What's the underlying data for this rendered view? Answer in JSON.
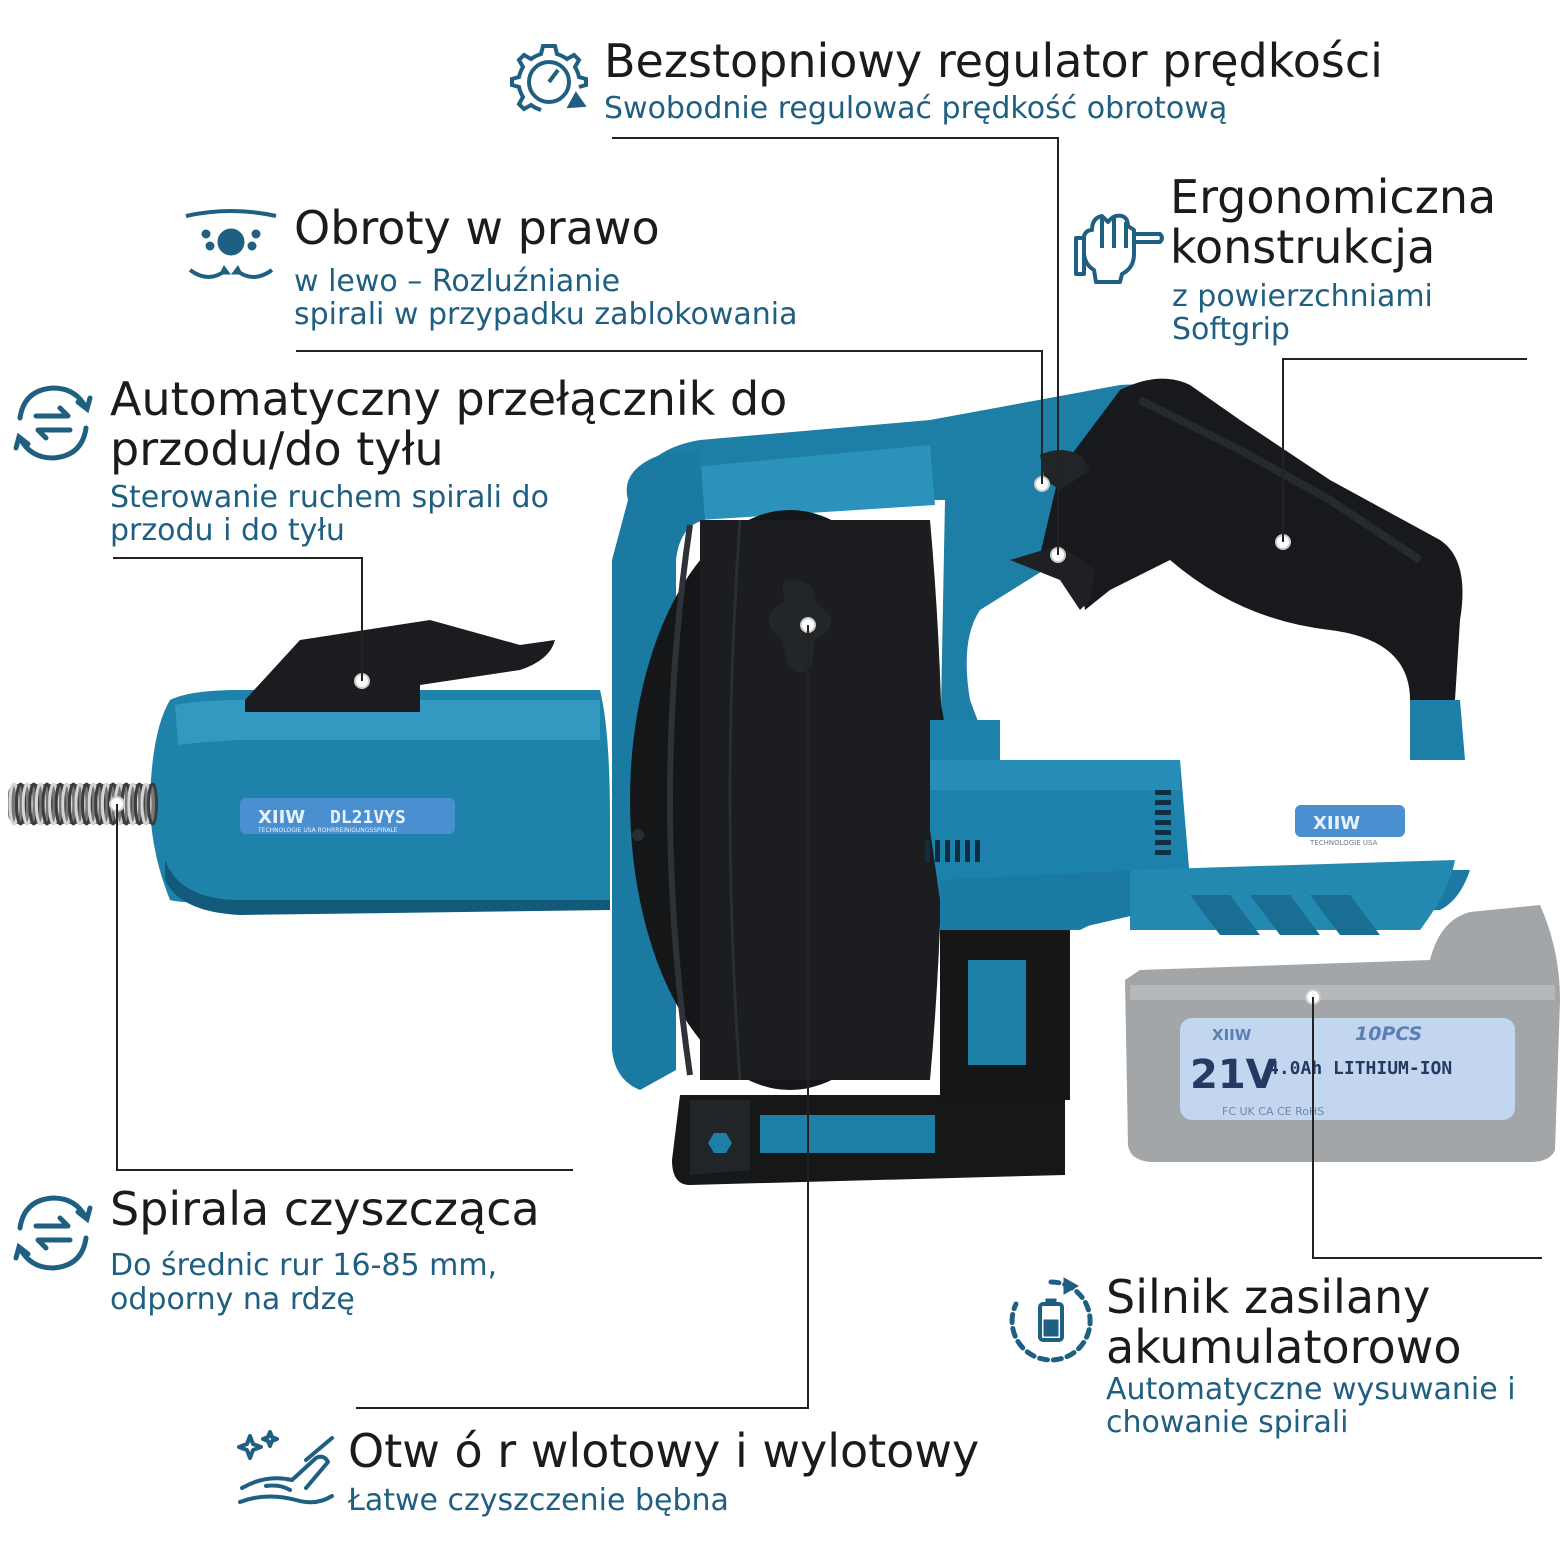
{
  "features": {
    "speed": {
      "title": "Bezstopniowy regulator prędkości",
      "subtitle": "Swobodnie regulować prędkość obrotową",
      "icon": "speed-gauge-gear-icon"
    },
    "rotation": {
      "title": "Obroty w prawo",
      "subtitle_line1": "w lewo  –  Rozluźnianie",
      "subtitle_line2": "spirali w przypadku zablokowania",
      "icon": "rotation-icon"
    },
    "ergonomic": {
      "title_line1": "Ergonomiczna",
      "title_line2": "konstrukcja",
      "subtitle_line1": "z powierzchniami",
      "subtitle_line2": "Softgrip",
      "icon": "hand-grip-icon"
    },
    "switch": {
      "title_line1": "Automatyczny przełącznik do",
      "title_line2": "przodu/do tyłu",
      "subtitle_line1": "Sterowanie ruchem spirali do",
      "subtitle_line2": "przodu i do tyłu",
      "icon": "switch-arrows-icon"
    },
    "spiral": {
      "title": "Spirala czyszcząca",
      "subtitle_line1": "Do średnic rur 16-85 mm,",
      "subtitle_line2": "odporny na rdzę",
      "icon": "switch-arrows-icon"
    },
    "motor": {
      "title_line1": "Silnik zasilany",
      "title_line2": "akumulatorowo",
      "subtitle_line1": "Automatyczne wysuwanie i",
      "subtitle_line2": "chowanie spirali",
      "icon": "battery-cycle-icon"
    },
    "inlet": {
      "title": "Otw ó r wlotowy i wylotowy",
      "subtitle": "Łatwe czyszczenie bębna",
      "icon": "cleaning-hand-icon"
    }
  },
  "product": {
    "brand": "XIIW",
    "model": "DL21VYS",
    "model_sub": "TECHNOLOGIE USA  ROHRREINIGUNGSSPIRALE",
    "brand_sub": "TECHNOLOGIE USA",
    "battery_brand": "XIIW",
    "battery_pack": "10PCS",
    "battery_voltage": "21V",
    "battery_capacity": "4.0Ah LITHIUM-ION",
    "battery_certs": "FC  UK CA  CE  RoHS"
  },
  "colors": {
    "accent": "#1f5f82",
    "tool_blue": "#1d7fa6",
    "tool_blue_dark": "#145f80",
    "rubber_black": "#1a1c1f",
    "battery_grey": "#a7a9ab",
    "battery_label": "#c9d9ee"
  }
}
